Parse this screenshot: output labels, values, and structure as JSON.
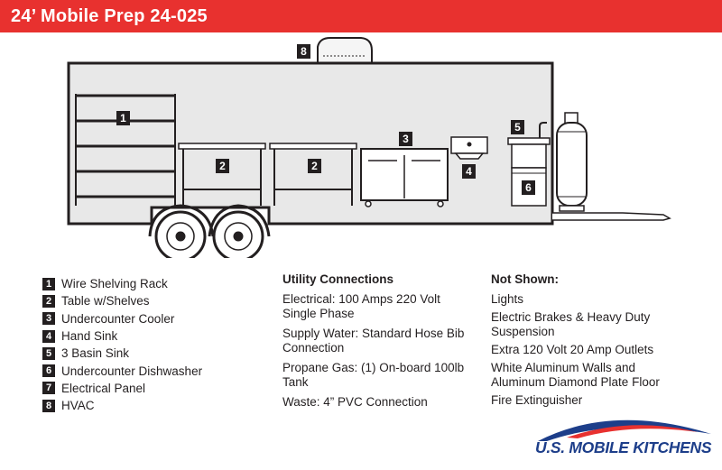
{
  "title": "24’ Mobile Prep 24-025",
  "badges": {
    "shelving": "1",
    "table_left": "2",
    "table_right": "2",
    "cooler": "3",
    "hand_sink": "4",
    "basin_sink": "5",
    "dishwasher": "6",
    "hvac": "8"
  },
  "legend": [
    {
      "num": "1",
      "label": "Wire Shelving Rack"
    },
    {
      "num": "2",
      "label": "Table w/Shelves"
    },
    {
      "num": "3",
      "label": "Undercounter Cooler"
    },
    {
      "num": "4",
      "label": "Hand Sink"
    },
    {
      "num": "5",
      "label": "3 Basin Sink"
    },
    {
      "num": "6",
      "label": "Undercounter Dishwasher"
    },
    {
      "num": "7",
      "label": "Electrical Panel"
    },
    {
      "num": "8",
      "label": "HVAC"
    }
  ],
  "utility": {
    "heading": "Utility Connections",
    "items": [
      "Electrical: 100 Amps 220 Volt Single Phase",
      "Supply Water: Standard Hose Bib Connection",
      "Propane Gas: (1) On-board 100lb Tank",
      "Waste: 4” PVC Connection"
    ]
  },
  "not_shown": {
    "heading": "Not Shown:",
    "items": [
      "Lights",
      "Electric Brakes & Heavy Duty Suspension",
      "Extra 120 Volt 20 Amp Outlets",
      "White Aluminum Walls and Aluminum Diamond Plate Floor",
      "Fire Extinguisher"
    ]
  },
  "logo": "U.S. MOBILE KITCHENS",
  "colors": {
    "title_bar": "#e8312f",
    "trailer_body": "#e8e8e8",
    "logo_blue": "#1d3e8a",
    "logo_red": "#e8312f"
  }
}
